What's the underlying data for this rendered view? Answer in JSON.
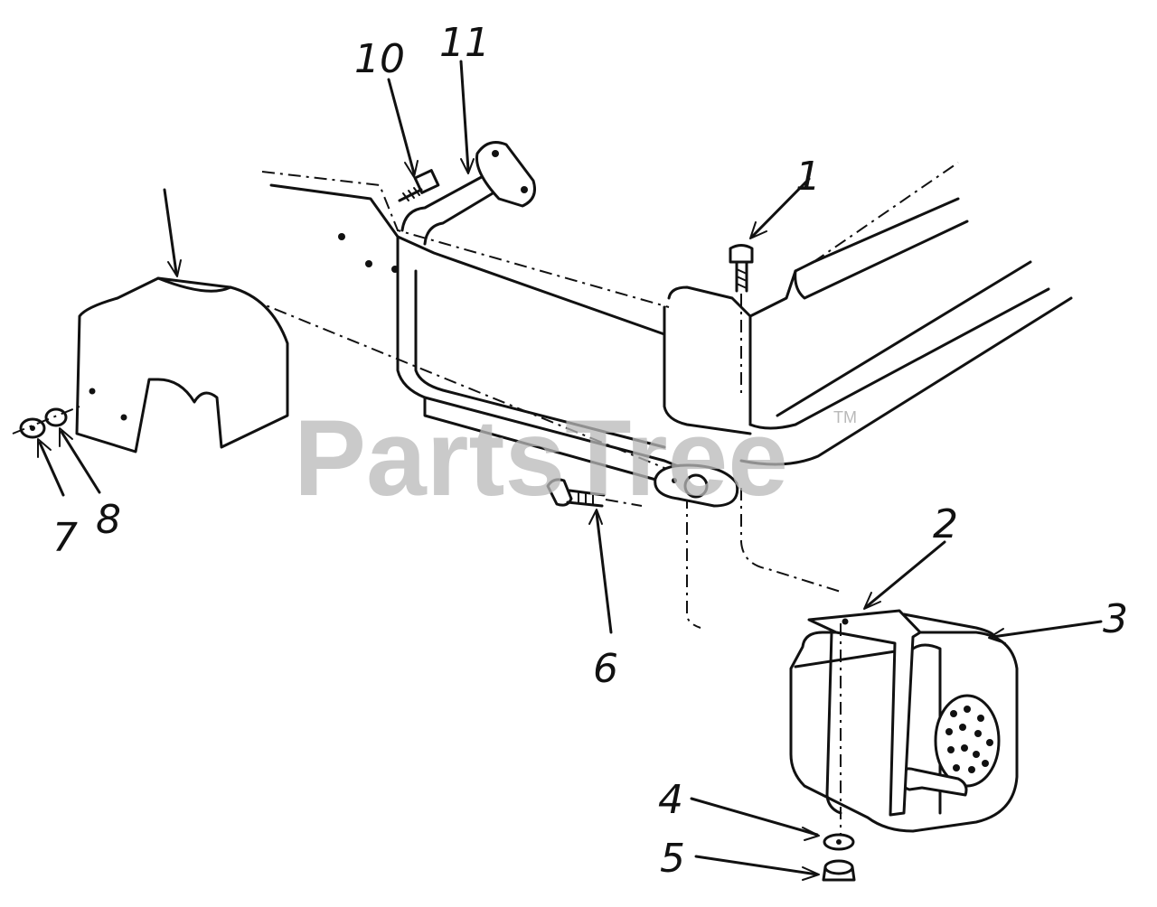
{
  "watermark": {
    "text": "PartsTree",
    "trademark": "TM"
  },
  "callouts": [
    {
      "id": "1",
      "label": "1"
    },
    {
      "id": "2",
      "label": "2"
    },
    {
      "id": "3",
      "label": "3"
    },
    {
      "id": "4",
      "label": "4"
    },
    {
      "id": "5",
      "label": "5"
    },
    {
      "id": "6",
      "label": "6"
    },
    {
      "id": "7",
      "label": "7"
    },
    {
      "id": "8",
      "label": "8"
    },
    {
      "id": "10",
      "label": "10"
    },
    {
      "id": "11",
      "label": "11"
    }
  ],
  "colors": {
    "line": "#111111",
    "background": "#ffffff",
    "watermark": "#b9b9b9"
  }
}
